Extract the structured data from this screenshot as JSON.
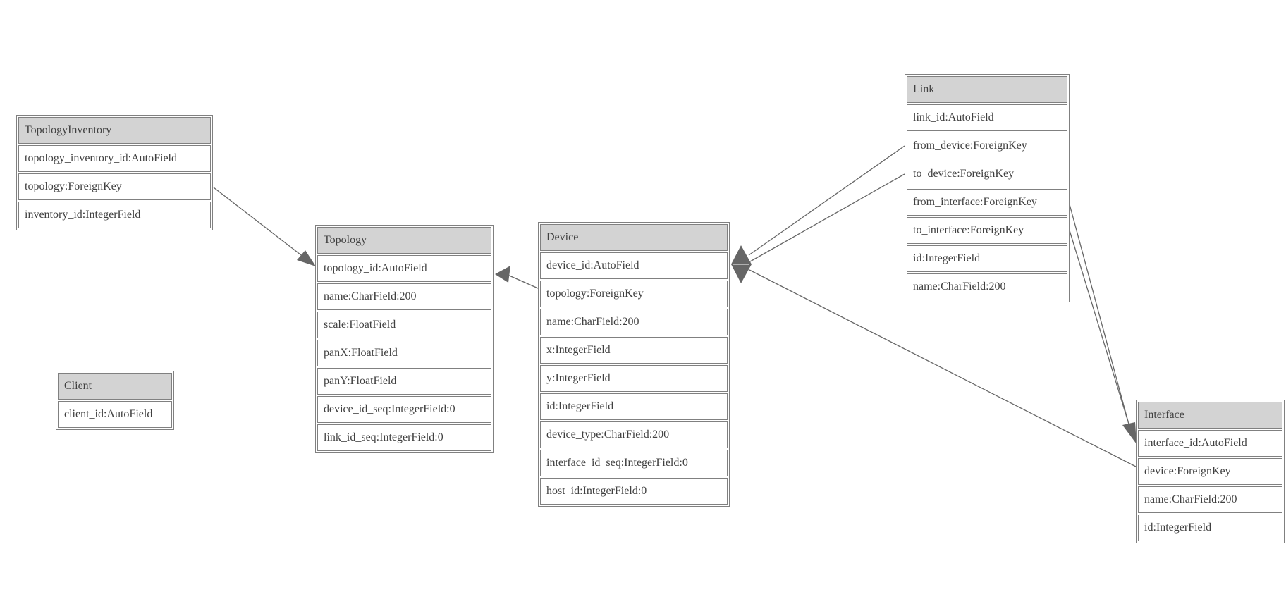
{
  "colors": {
    "background": "#ffffff",
    "entity_header_fill": "#d3d3d3",
    "entity_border": "#808080",
    "text": "#404040",
    "connector": "#666666"
  },
  "entities": [
    {
      "name": "TopologyInventory",
      "fields": [
        "topology_inventory_id:AutoField",
        "topology:ForeignKey",
        "inventory_id:IntegerField"
      ]
    },
    {
      "name": "Topology",
      "fields": [
        "topology_id:AutoField",
        "name:CharField:200",
        "scale:FloatField",
        "panX:FloatField",
        "panY:FloatField",
        "device_id_seq:IntegerField:0",
        "link_id_seq:IntegerField:0"
      ]
    },
    {
      "name": "Client",
      "fields": [
        "client_id:AutoField"
      ]
    },
    {
      "name": "Device",
      "fields": [
        "device_id:AutoField",
        "topology:ForeignKey",
        "name:CharField:200",
        "x:IntegerField",
        "y:IntegerField",
        "id:IntegerField",
        "device_type:CharField:200",
        "interface_id_seq:IntegerField:0",
        "host_id:IntegerField:0"
      ]
    },
    {
      "name": "Link",
      "fields": [
        "link_id:AutoField",
        "from_device:ForeignKey",
        "to_device:ForeignKey",
        "from_interface:ForeignKey",
        "to_interface:ForeignKey",
        "id:IntegerField",
        "name:CharField:200"
      ]
    },
    {
      "name": "Interface",
      "fields": [
        "interface_id:AutoField",
        "device:ForeignKey",
        "name:CharField:200",
        "id:IntegerField"
      ]
    }
  ],
  "relationships": [
    {
      "from": "TopologyInventory.topology",
      "to": "Topology.topology_id"
    },
    {
      "from": "Device.topology",
      "to": "Topology.topology_id"
    },
    {
      "from": "Link.from_device",
      "to": "Device.device_id"
    },
    {
      "from": "Link.to_device",
      "to": "Device.device_id"
    },
    {
      "from": "Link.from_interface",
      "to": "Interface.interface_id"
    },
    {
      "from": "Link.to_interface",
      "to": "Interface.interface_id"
    },
    {
      "from": "Interface.device",
      "to": "Device.device_id"
    }
  ]
}
